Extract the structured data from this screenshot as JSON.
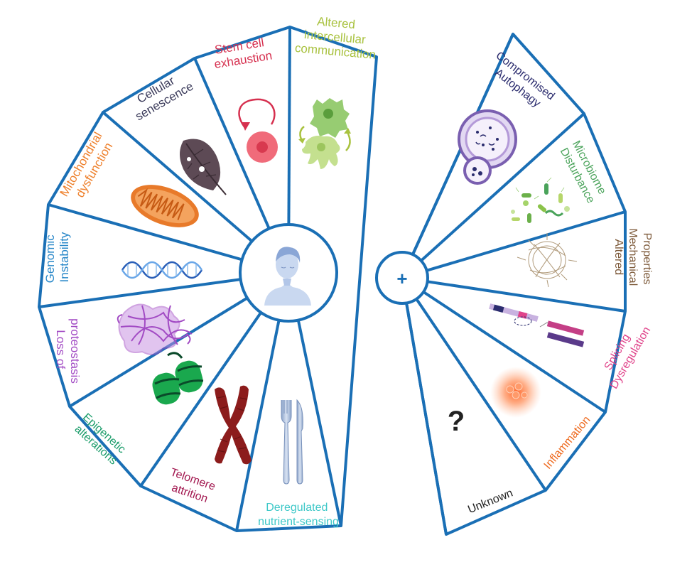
{
  "diagram": {
    "border_color": "#1a6fb5",
    "left_wheel": {
      "segments": [
        {
          "id": "stem-cell",
          "lines": [
            "Stem cell",
            "exhaustion"
          ],
          "color": "#d6304f",
          "icon": "stem-cell-icon"
        },
        {
          "id": "intercellular",
          "lines": [
            "Altered",
            "intercellular",
            "communication"
          ],
          "color": "#a9c23f",
          "icon": "communicating-cells-icon"
        },
        {
          "id": "nutrient",
          "lines": [
            "Deregulated",
            "nutrient-sensing"
          ],
          "color": "#3ec8c8",
          "icon": "fork-knife-icon"
        },
        {
          "id": "telomere",
          "lines": [
            "Telomere",
            "attrition"
          ],
          "color": "#a2174f",
          "icon": "chromosome-icon"
        },
        {
          "id": "epigenetic",
          "lines": [
            "Epigenetic",
            "alterations"
          ],
          "color": "#1a9c6a",
          "icon": "nucleosome-icon"
        },
        {
          "id": "proteostasis",
          "lines": [
            "Loss of",
            "proteostasis"
          ],
          "color": "#a24bc4",
          "icon": "protein-tangle-icon"
        },
        {
          "id": "genomic",
          "lines": [
            "Genomic",
            "Instability"
          ],
          "color": "#2a88c9",
          "icon": "dna-icon"
        },
        {
          "id": "mitochondrial",
          "lines": [
            "Mitochondrial",
            "dysfunction"
          ],
          "color": "#ee7f2a",
          "icon": "mitochondrion-icon"
        },
        {
          "id": "senescence",
          "lines": [
            "Cellular",
            "senescence"
          ],
          "color": "#3a3a5a",
          "icon": "withered-leaf-icon"
        }
      ]
    },
    "right_wheel": {
      "hub_symbol": "+",
      "segments": [
        {
          "id": "autophagy",
          "lines": [
            "Compromised",
            "Autophagy"
          ],
          "color": "#2b2c6e",
          "icon": "autophagosome-icon"
        },
        {
          "id": "microbiome",
          "lines": [
            "Microbiome",
            "Disturbance"
          ],
          "color": "#4aa35a",
          "icon": "bacteria-icon"
        },
        {
          "id": "mechanical",
          "lines": [
            "Altered",
            "Mechanical",
            "Properties"
          ],
          "color": "#7d5a3a",
          "icon": "fiber-network-icon"
        },
        {
          "id": "splicing",
          "lines": [
            "Splicing",
            "Dysregulation"
          ],
          "color": "#e0438a",
          "icon": "rna-splicing-icon"
        },
        {
          "id": "inflammation",
          "lines": [
            "Inflammation"
          ],
          "color": "#ee6a1f",
          "icon": "inflamed-cells-icon"
        },
        {
          "id": "unknown",
          "lines": [
            "Unknown"
          ],
          "color": "#222222",
          "icon": "question-mark-icon",
          "symbol": "?"
        }
      ]
    }
  }
}
